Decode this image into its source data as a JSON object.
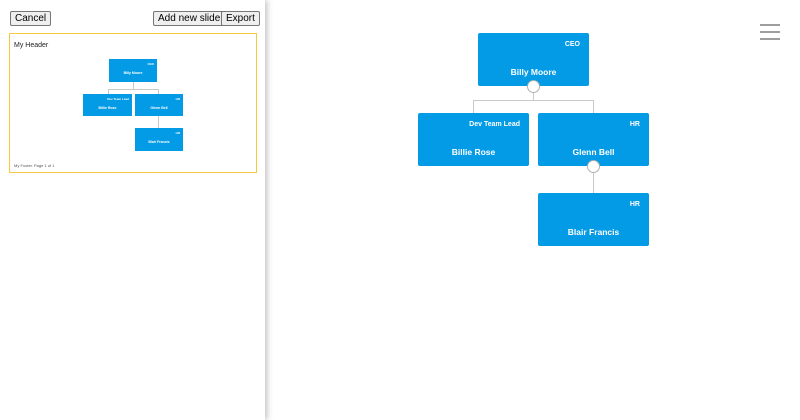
{
  "toolbar": {
    "cancel_label": "Cancel",
    "add_slide_label": "Add new slide",
    "export_label": "Export"
  },
  "preview": {
    "header": "My Header",
    "footer": "My Footer. Page 1 of 1"
  },
  "nodes": [
    {
      "name": "Billy Moore",
      "title": "CEO"
    },
    {
      "name": "Billie Rose",
      "title": "Dev Team Lead"
    },
    {
      "name": "Glenn Bell",
      "title": "HR"
    },
    {
      "name": "Blair Francis",
      "title": "HR"
    }
  ],
  "colors": {
    "card": "#039be5",
    "link": "#c9c9c9",
    "preview_border": "#f5c842"
  },
  "icons": {
    "menu": "hamburger-menu-icon"
  }
}
